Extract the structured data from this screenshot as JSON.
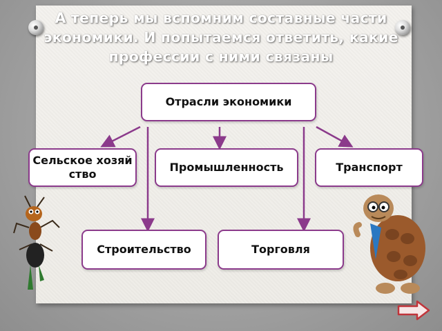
{
  "slide": {
    "title": "А теперь мы вспомним составные части экономики. И попытаемся ответить, какие профессии с ними связаны"
  },
  "diagram": {
    "root": "Отрасли экономики",
    "branches": {
      "agriculture": "Сельское хозяйство",
      "industry": "Промышленность",
      "transport": "Транспорт",
      "construction": "Строительство",
      "trade": "Торговля"
    }
  },
  "colors": {
    "accent": "#8b3a8b",
    "box_fill": "#ffffff",
    "title_text": "#ffffff"
  },
  "icons": {
    "next": "right-arrow-icon",
    "ant": "ant-cartoon-icon",
    "turtle": "turtle-cartoon-icon"
  }
}
